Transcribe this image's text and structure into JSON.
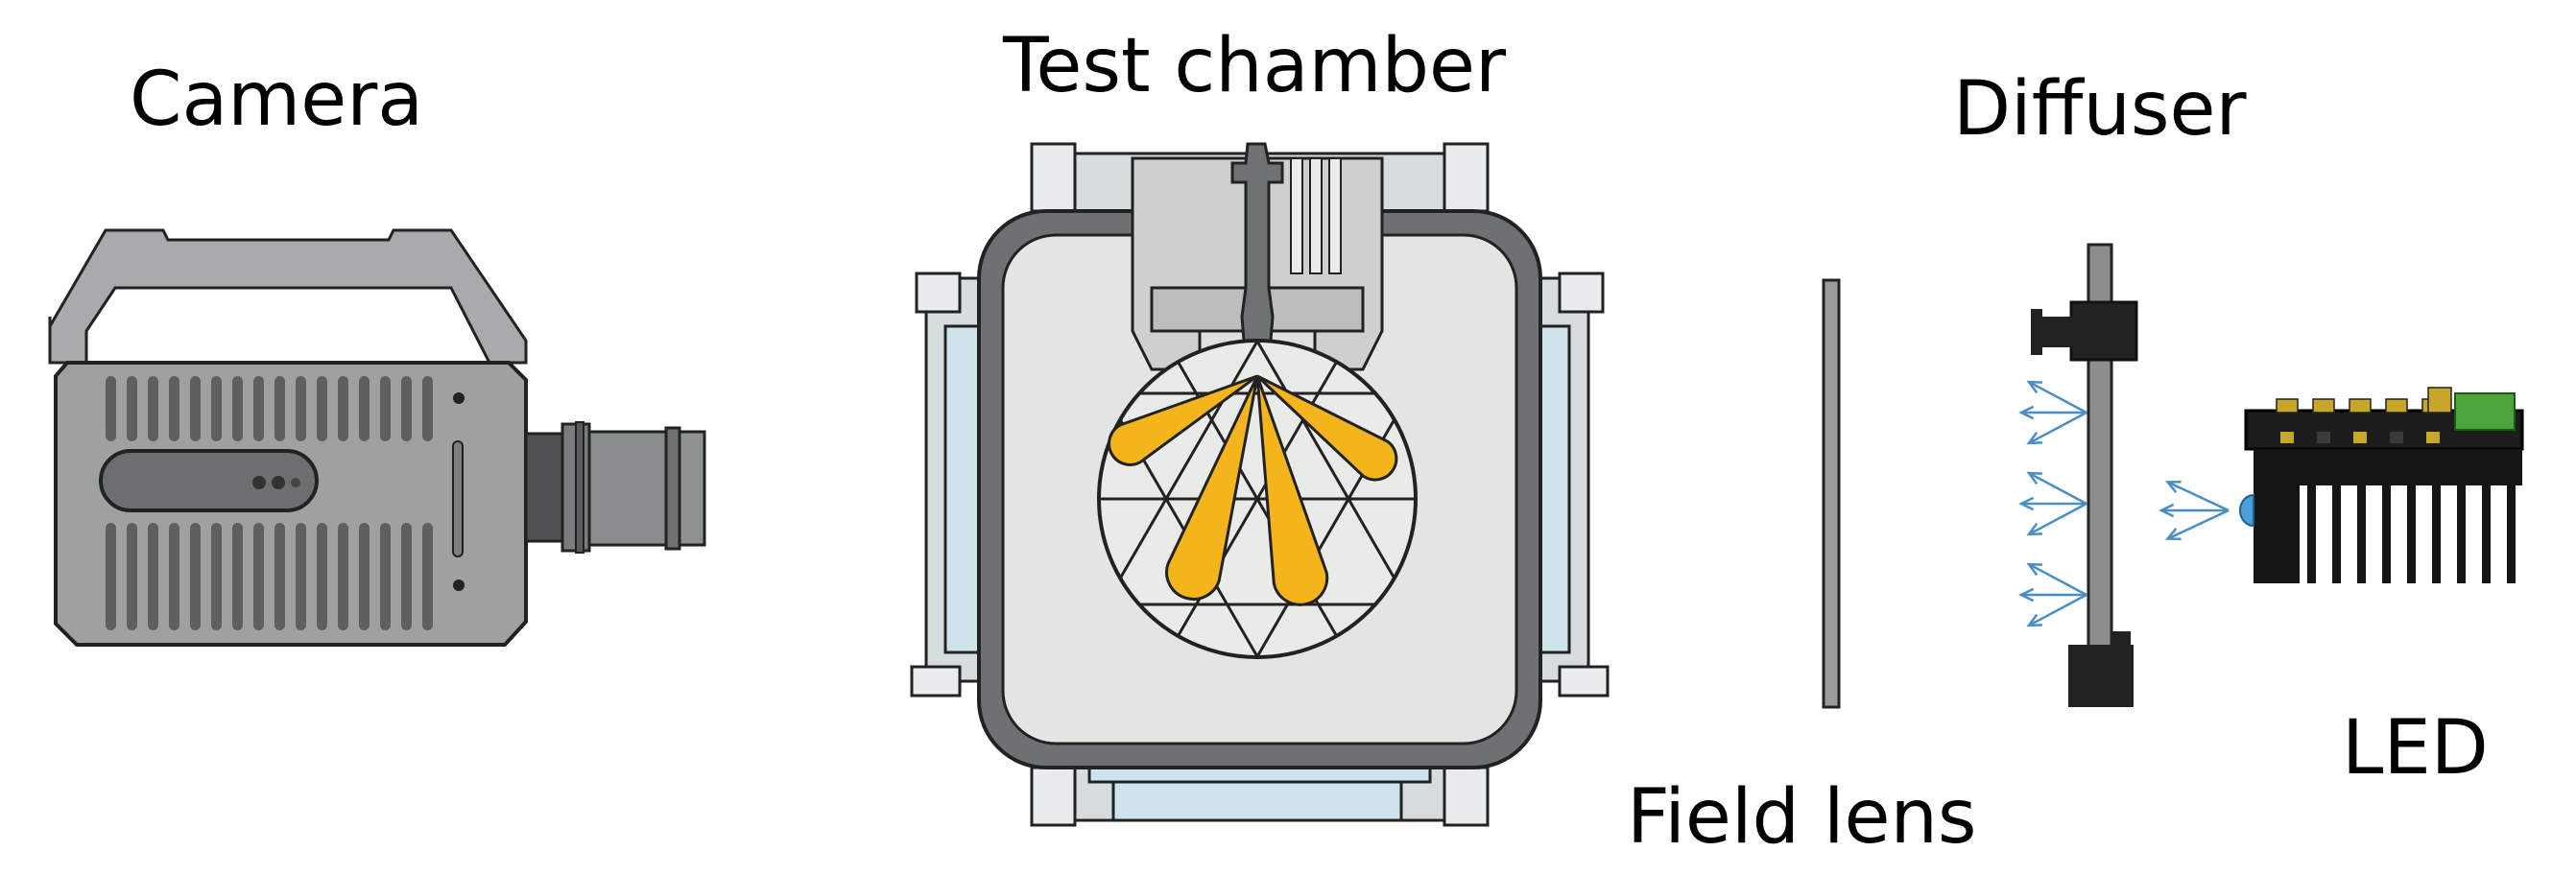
{
  "labels": {
    "camera": "Camera",
    "test_chamber": "Test chamber",
    "diffuser": "Diffuser",
    "field_lens": "Field lens",
    "led": "LED"
  },
  "colors": {
    "camera_body": "#9fa1a1",
    "camera_handle": "#a8aaab",
    "camera_dark": "#5d6061",
    "chamber_frame": "#d7dddf",
    "chamber_glass": "#cfe3ec",
    "chamber_ring": "#6d7173",
    "chamber_interior": "#e3e5e2",
    "injector": "#cfcfcf",
    "spray": "#f3b41c",
    "lens": "#9a9b9b",
    "diffuser_post": "#8c8e8e",
    "diffuser_clamp": "#222222",
    "arrow": "#4a8ec8",
    "led_black": "#151515",
    "led_board": "#4ba43c",
    "led_component": "#c8a62a",
    "led_emitter": "#4aa0d8"
  }
}
